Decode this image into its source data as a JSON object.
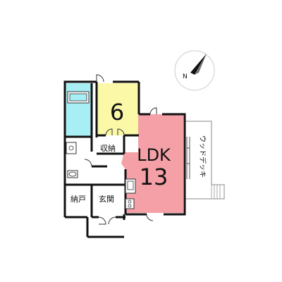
{
  "floor_plan": {
    "rooms": {
      "western_room_size": "6",
      "ldk_label": "LDK",
      "ldk_size": "13",
      "storage_label": "収納",
      "closet_label": "納戸",
      "entrance_label": "玄関",
      "deck_label": "ウッドデッキ"
    },
    "compass": {
      "north_label": "N"
    },
    "colors": {
      "bathroom": "#a8eef5",
      "western_room": "#fbf9a8",
      "ldk": "#f4a0a6",
      "wall": "#111111"
    }
  }
}
